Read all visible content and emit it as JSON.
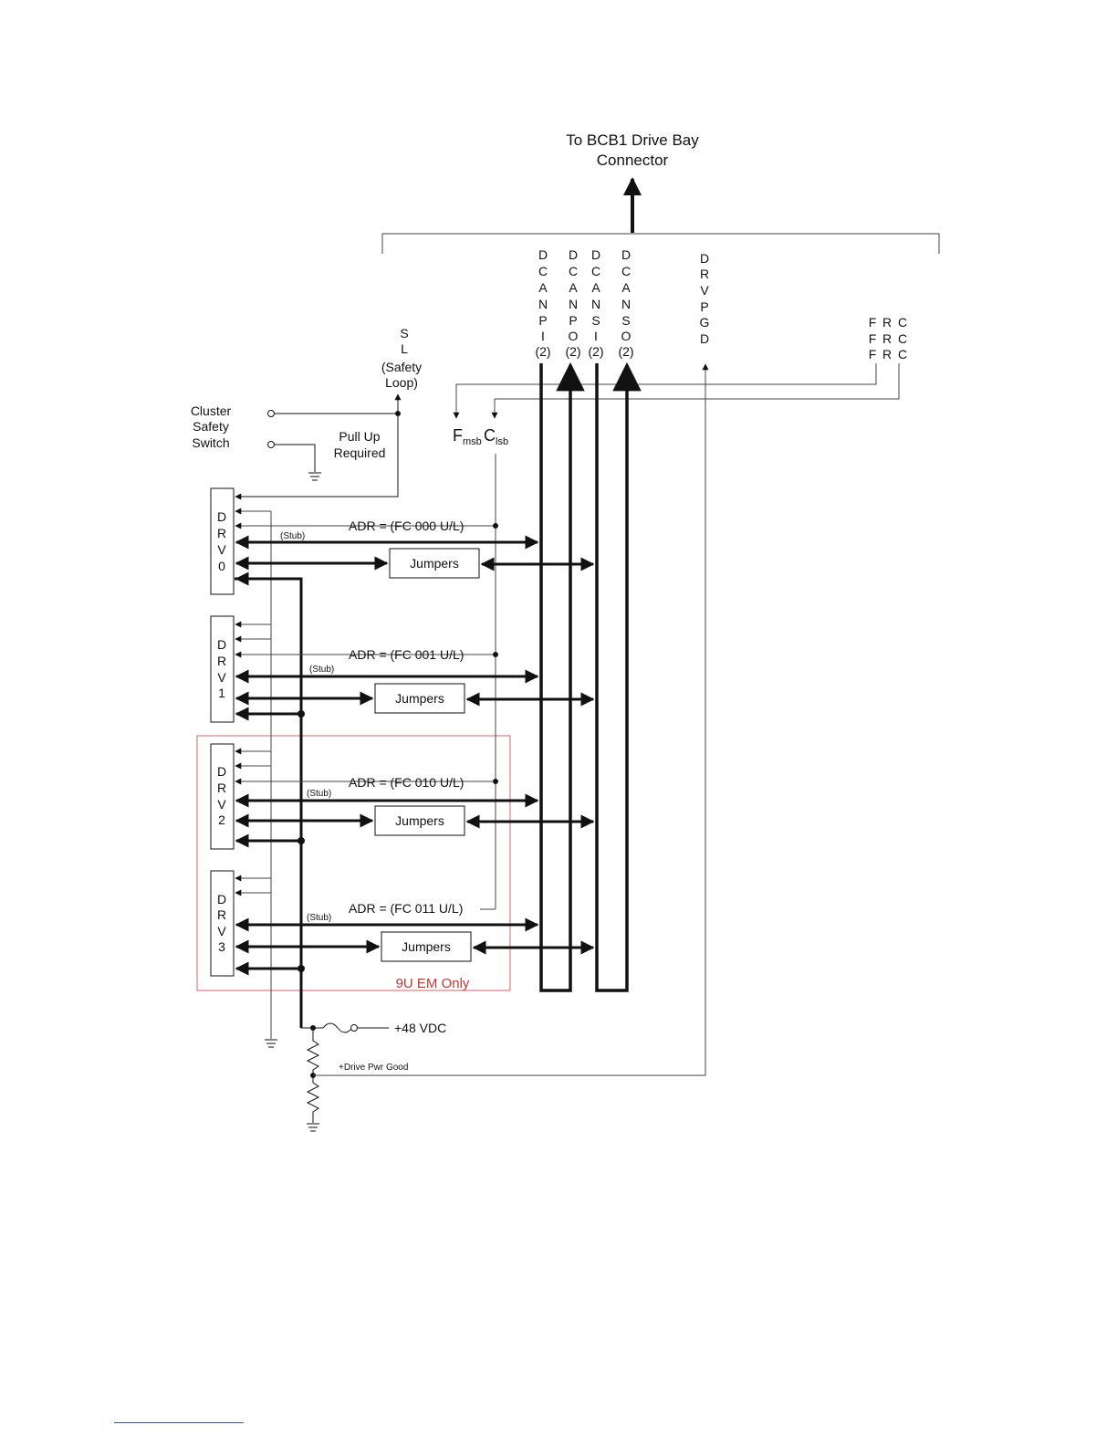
{
  "title_line1": "To BCB1 Drive Bay",
  "title_line2": "Connector",
  "bus_columns": [
    {
      "letters": [
        "D",
        "C",
        "A",
        "N",
        "P",
        "I"
      ],
      "count": "(2)"
    },
    {
      "letters": [
        "D",
        "C",
        "A",
        "N",
        "P",
        "O"
      ],
      "count": "(2)"
    },
    {
      "letters": [
        "D",
        "C",
        "A",
        "N",
        "S",
        "I"
      ],
      "count": "(2)"
    },
    {
      "letters": [
        "D",
        "C",
        "A",
        "N",
        "S",
        "O"
      ],
      "count": "(2)"
    }
  ],
  "drvpgd_letters": [
    "D",
    "R",
    "V",
    "P",
    "G",
    "D"
  ],
  "frc_rows": [
    [
      "F",
      "R",
      "C"
    ],
    [
      "F",
      "R",
      "C"
    ],
    [
      "F",
      "R",
      "C"
    ]
  ],
  "sl_label": [
    "S",
    "L"
  ],
  "safety_loop": [
    "(Safety",
    "Loop)"
  ],
  "cluster_safety_switch": [
    "Cluster",
    "Safety",
    "Switch"
  ],
  "pull_up_required": [
    "Pull Up",
    "Required"
  ],
  "f_msb": {
    "main": "F",
    "sub": "msb"
  },
  "c_lsb": {
    "main": "C",
    "sub": "lsb"
  },
  "drives": [
    {
      "letters": [
        "D",
        "R",
        "V",
        "0"
      ],
      "adr": "ADR = (FC 000 U/L)",
      "stub": "(Stub)",
      "jumpers": "Jumpers"
    },
    {
      "letters": [
        "D",
        "R",
        "V",
        "1"
      ],
      "adr": "ADR = (FC 001 U/L)",
      "stub": "(Stub)",
      "jumpers": "Jumpers"
    },
    {
      "letters": [
        "D",
        "R",
        "V",
        "2"
      ],
      "adr": "ADR = (FC 010 U/L)",
      "stub": "(Stub)",
      "jumpers": "Jumpers"
    },
    {
      "letters": [
        "D",
        "R",
        "V",
        "3"
      ],
      "adr": "ADR = (FC 011 U/L)",
      "stub": "(Stub)",
      "jumpers": "Jumpers"
    }
  ],
  "em_only_label": "9U EM Only",
  "vdc_label": "+48 VDC",
  "drive_pwr_good": "+Drive Pwr Good",
  "colors": {
    "ink": "#111111",
    "em_box": "#d04040",
    "footer_rule": "#3355cc"
  }
}
